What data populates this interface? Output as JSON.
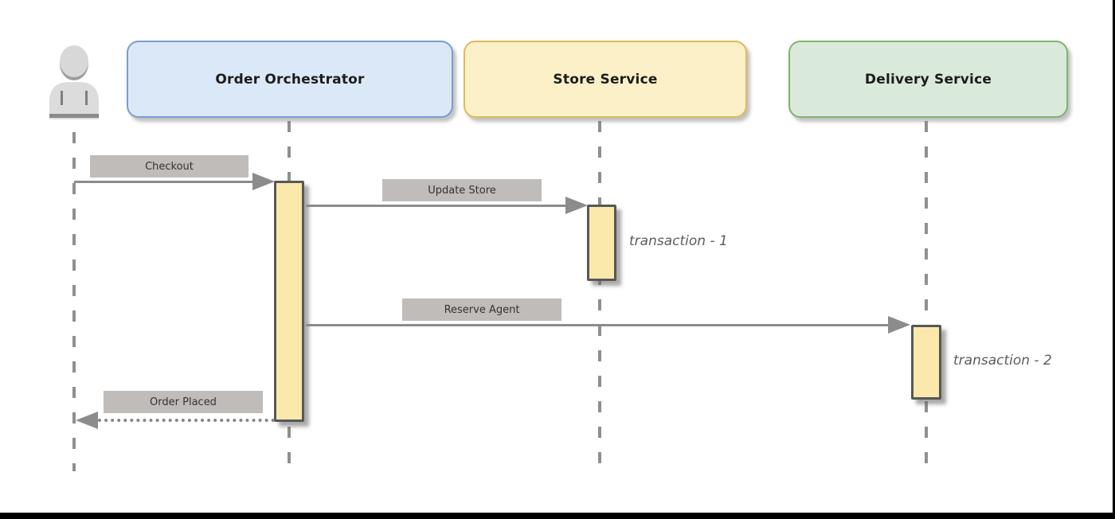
{
  "diagram": {
    "type": "sequence-diagram",
    "participants": [
      {
        "id": "order-orchestrator",
        "label": "Order Orchestrator",
        "fill": "#dbe8f8",
        "border": "#7b9ccf"
      },
      {
        "id": "store-service",
        "label": "Store Service",
        "fill": "#fcf0c8",
        "border": "#ddb95e"
      },
      {
        "id": "delivery-service",
        "label": "Delivery Service",
        "fill": "#daeada",
        "border": "#83b16e"
      }
    ],
    "messages": [
      {
        "label": "Checkout",
        "from": "actor",
        "to": "order-orchestrator",
        "style": "solid"
      },
      {
        "label": "Update Store",
        "from": "order-orchestrator",
        "to": "store-service",
        "style": "solid"
      },
      {
        "label": "Reserve Agent",
        "from": "order-orchestrator",
        "to": "delivery-service",
        "style": "solid"
      },
      {
        "label": "Order Placed",
        "from": "order-orchestrator",
        "to": "actor",
        "style": "dotted"
      }
    ],
    "annotations": [
      {
        "label": "transaction - 1"
      },
      {
        "label": "transaction - 2"
      }
    ],
    "colors": {
      "activation_fill": "#fbe9ab",
      "activation_border": "#575757",
      "message_label_bg": "#c0bcb9",
      "arrow": "#8c8c8c",
      "lifeline": "#8f8f8f",
      "annotation_text": "#5c5c5c",
      "actor_fill": "#d8d8d8",
      "frame": "#000000"
    }
  }
}
